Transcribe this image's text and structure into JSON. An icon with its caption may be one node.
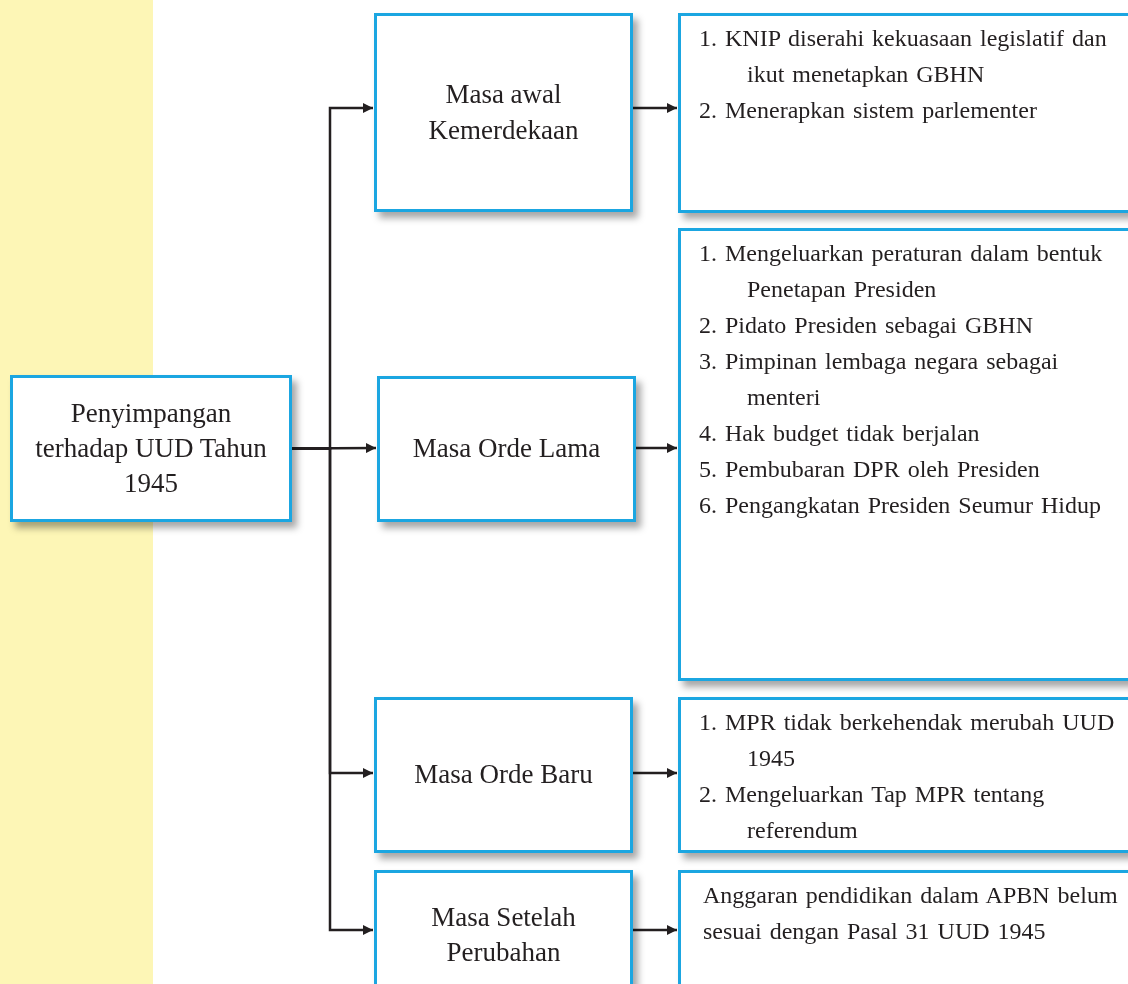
{
  "diagram": {
    "nodes": [
      {
        "text": [
          "Penyimpangan terhadap UUD Tahun 1945"
        ]
      },
      {
        "text": [
          "Masa awal Kemerdekaan"
        ]
      },
      {
        "text": [
          "Masa Orde Lama"
        ]
      },
      {
        "text": [
          "Masa Orde Baru"
        ]
      },
      {
        "text": [
          "Masa Setelah Perubahan"
        ]
      },
      {
        "text": [
          "1. KNIP diserahi kekuasaan legislatif dan ikut menetapkan GBHN",
          "2. Menerapkan sistem parlementer"
        ]
      },
      {
        "text": [
          "1. Mengeluarkan peraturan dalam bentuk Penetapan Presiden",
          "2. Pidato Presiden sebagai GBHN",
          "3. Pimpinan lembaga negara sebagai menteri",
          "4. Hak budget tidak berjalan",
          "5. Pembubaran DPR oleh Presiden",
          "6. Pengangkatan Presiden Seumur Hidup"
        ]
      },
      {
        "text": [
          "1. MPR tidak berkehendak merubah UUD 1945",
          "2. Mengeluarkan Tap MPR tentang referendum"
        ]
      },
      {
        "text": [
          "Anggaran pendidikan dalam APBN belum sesuai dengan Pasal 31 UUD 1945"
        ]
      }
    ],
    "edges": [
      {
        "from": 0,
        "to": 1,
        "arrow": "to"
      },
      {
        "from": 0,
        "to": 2,
        "arrow": "to"
      },
      {
        "from": 0,
        "to": 3,
        "arrow": "to"
      },
      {
        "from": 0,
        "to": 4,
        "arrow": "to"
      },
      {
        "from": 1,
        "to": 5,
        "arrow": "to"
      },
      {
        "from": 2,
        "to": 6,
        "arrow": "to"
      },
      {
        "from": 3,
        "to": 7,
        "arrow": "to"
      },
      {
        "from": 4,
        "to": 8,
        "arrow": "to"
      }
    ]
  }
}
